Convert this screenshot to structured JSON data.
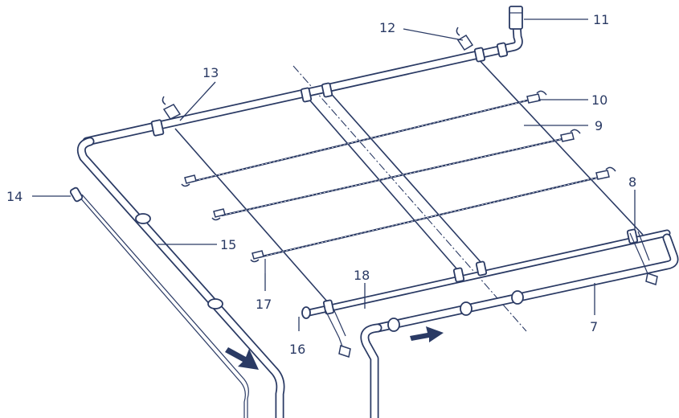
{
  "labels": {
    "l7": "7",
    "l8": "8",
    "l9": "9",
    "l10": "10",
    "l11": "11",
    "l12": "12",
    "l13": "13",
    "l14": "14",
    "l15": "15",
    "l16": "16",
    "l17": "17",
    "l18": "18"
  },
  "colors": {
    "line": "#2a3a64",
    "background": "#ffffff"
  },
  "icons": {
    "flow_arrow_1": "arrow-right-down-icon",
    "flow_arrow_2": "arrow-right-icon"
  }
}
